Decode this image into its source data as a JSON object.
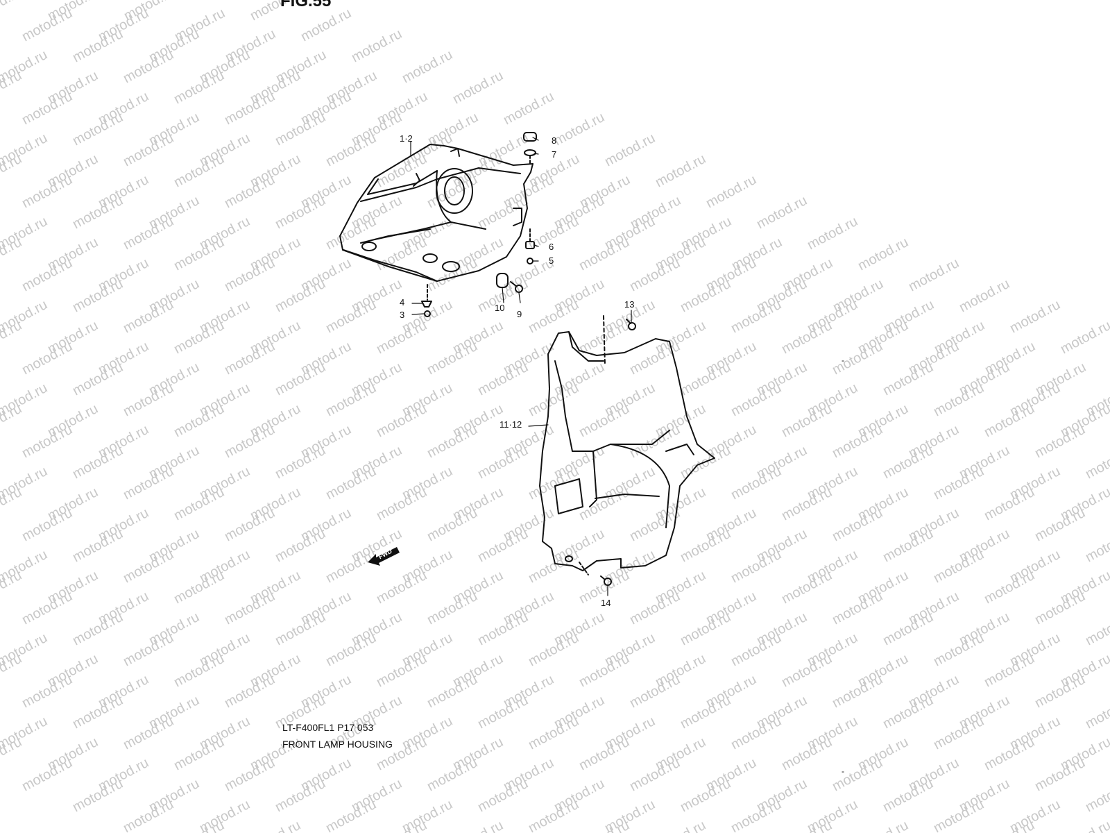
{
  "figure_title": "FIG.55",
  "watermark_text": "motod.ru",
  "caption": {
    "model_code": "LT-F400FL1 P17  053",
    "title": "FRONT LAMP HOUSING"
  },
  "callouts": {
    "c1_2": "1·2",
    "c3": "3",
    "c4": "4",
    "c5": "5",
    "c6": "6",
    "c7": "7",
    "c8": "8",
    "c9": "9",
    "c10": "10",
    "c11_12": "11·12",
    "c13": "13",
    "c14": "14"
  },
  "fwd_label": "FWD",
  "colors": {
    "line": "#111111",
    "watermark": "#c8c8c8"
  }
}
